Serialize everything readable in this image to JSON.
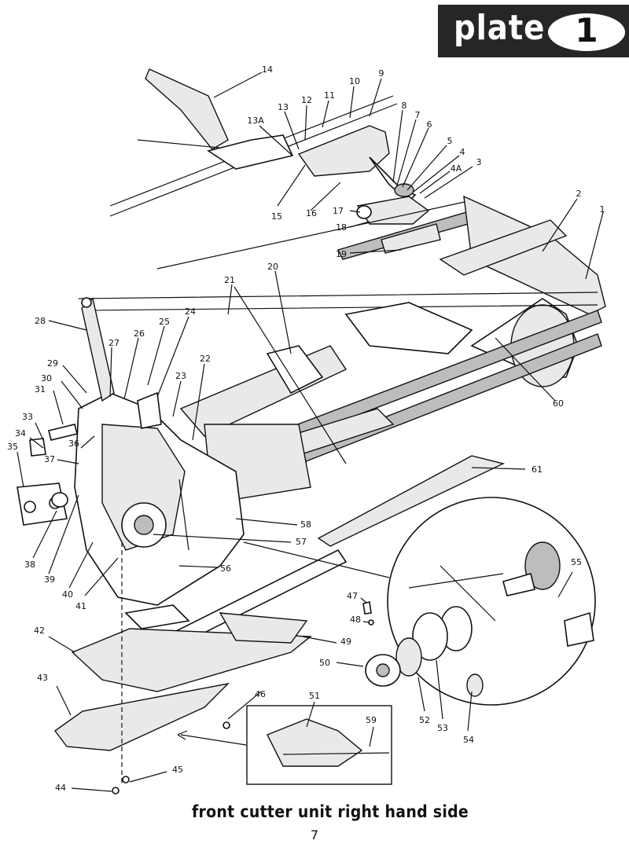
{
  "plate": {
    "word": "plate",
    "number": "1"
  },
  "caption": "front cutter unit right hand side",
  "page_number": "7",
  "callouts": [
    "1",
    "2",
    "3",
    "4",
    "4A",
    "5",
    "6",
    "7",
    "8",
    "9",
    "10",
    "11",
    "12",
    "13",
    "13A",
    "14",
    "15",
    "16",
    "17",
    "18",
    "19",
    "20",
    "21",
    "22",
    "23",
    "24",
    "25",
    "26",
    "27",
    "28",
    "29",
    "30",
    "31",
    "33",
    "34",
    "35",
    "36",
    "37",
    "38",
    "39",
    "40",
    "41",
    "42",
    "43",
    "44",
    "45",
    "46",
    "47",
    "48",
    "49",
    "50",
    "51",
    "52",
    "53",
    "54",
    "55",
    "56",
    "57",
    "58",
    "59",
    "60",
    "61"
  ],
  "colors": {
    "header_bg": "#262626",
    "ink": "#111111",
    "paper": "#ffffff"
  }
}
